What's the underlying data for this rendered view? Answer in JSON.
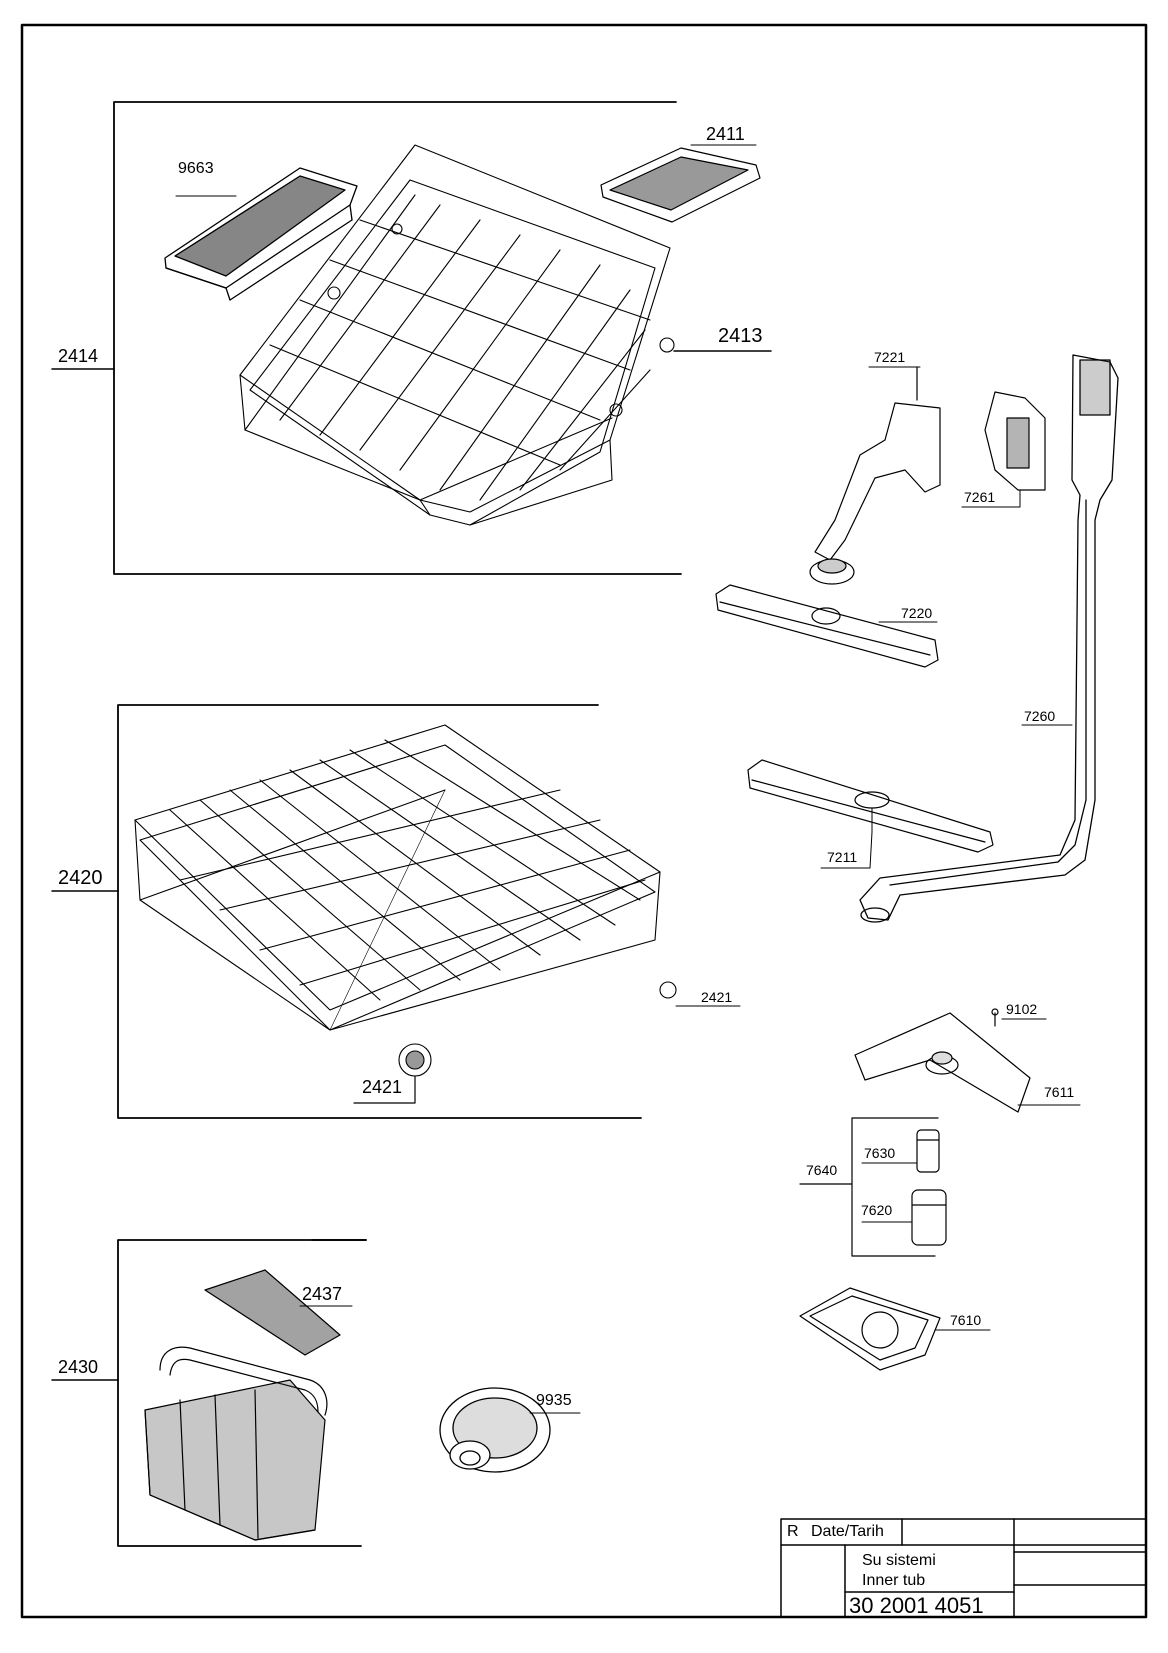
{
  "labels": {
    "p2414": "2414",
    "p9663": "9663",
    "p2411": "2411",
    "p2413": "2413",
    "p7221": "7221",
    "p7261": "7261",
    "p7220": "7220",
    "p7260": "7260",
    "p7211": "7211",
    "p2420": "2420",
    "p2421_right": "2421",
    "p2421_bottom": "2421",
    "p9102": "9102",
    "p7611": "7611",
    "p7640": "7640",
    "p7630": "7630",
    "p7620": "7620",
    "p7610": "7610",
    "p2430": "2430",
    "p2437": "2437",
    "p9935": "9935"
  },
  "title_block": {
    "rev": "R",
    "date_label": "Date/Tarih",
    "title_tr": "Su sistemi",
    "title_en": "Inner tub",
    "doc_number": "30 2001 4051"
  }
}
